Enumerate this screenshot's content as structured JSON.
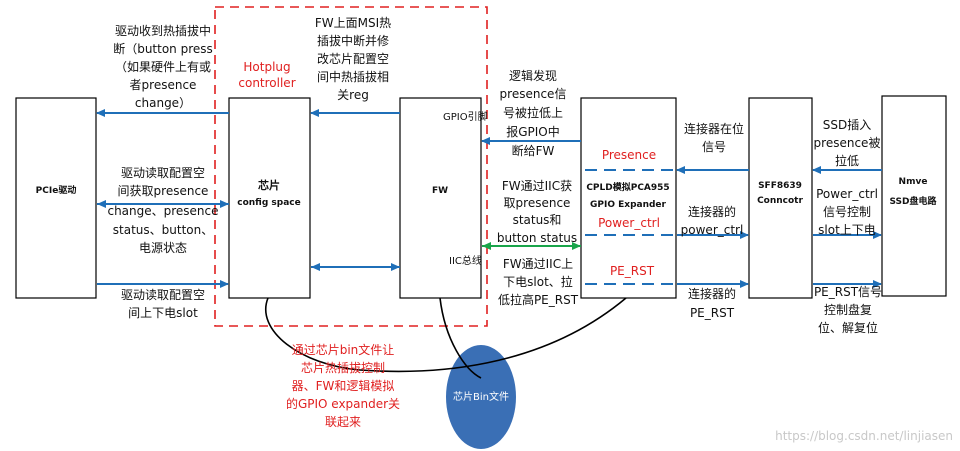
{
  "nodes": {
    "pcie_driver": "PCIe驱动",
    "chip_title": "芯片",
    "chip_sub": "config space",
    "fw": "FW",
    "cpld_line1": "CPLD模拟PCA955",
    "cpld_line2": "GPIO Expander",
    "sff": [
      "SFF8639",
      "Conncotr"
    ],
    "ssd": [
      "Nmve",
      "SSD盘电路"
    ],
    "bin": "芯片Bin文件"
  },
  "hotplug_label": [
    "Hotplug",
    "controller"
  ],
  "fw_ports": {
    "gpio": "GPIO引脚",
    "iic": "IIC总线"
  },
  "signals": {
    "presence": "Presence",
    "power_ctrl": "Power_ctrl",
    "pe_rst": "PE_RST"
  },
  "notes": {
    "driver_interrupt": [
      "驱动收到热插拔中",
      "断（button press",
      "（如果硬件上有或",
      "者presence",
      "change）"
    ],
    "driver_read": [
      "驱动读取配置空",
      "间获取presence",
      "change、presence",
      "status、button、",
      "电源状态"
    ],
    "driver_power": [
      "驱动读取配置空",
      "间上下电slot"
    ],
    "fw_msi": [
      "FW上面MSI热",
      "插拔中断并修",
      "改芯片配置空",
      "间中热插拔相",
      "关reg"
    ],
    "logic_presence": [
      "逻辑发现",
      "presence信",
      "号被拉低上",
      "报GPIO中",
      "断给FW"
    ],
    "fw_iic_read": [
      "FW通过IIC获",
      "取presence",
      "status和",
      "button status"
    ],
    "fw_iic_power": [
      "FW通过IIC上",
      "下电slot、拉",
      "低拉高PE_RST"
    ],
    "conn_presence": [
      "连接器在位",
      "信号"
    ],
    "conn_power": [
      "连接器的",
      "power_ctrl"
    ],
    "conn_rst": [
      "连接器的",
      "PE_RST"
    ],
    "ssd_insert": [
      "SSD插入",
      "presence被",
      "拉低"
    ],
    "ssd_power": [
      "Power_ctrl",
      "信号控制",
      "slot上下电"
    ],
    "ssd_rst": [
      "PE_RST信号",
      "控制盘复",
      "位、解复位"
    ],
    "bin_note": [
      "通过芯片bin文件让",
      "芯片热插拔控制",
      "器、FW和逻辑模拟",
      "的GPIO expander关",
      "联起来"
    ]
  },
  "watermark": "https://blog.csdn.net/linjiasen",
  "colors": {
    "arrow": "#1f6fb8",
    "highlight": "#e02020",
    "iic": "#19a54a",
    "bin_fill": "#3a6fb5"
  },
  "icons": [
    "arrowhead-icon"
  ]
}
